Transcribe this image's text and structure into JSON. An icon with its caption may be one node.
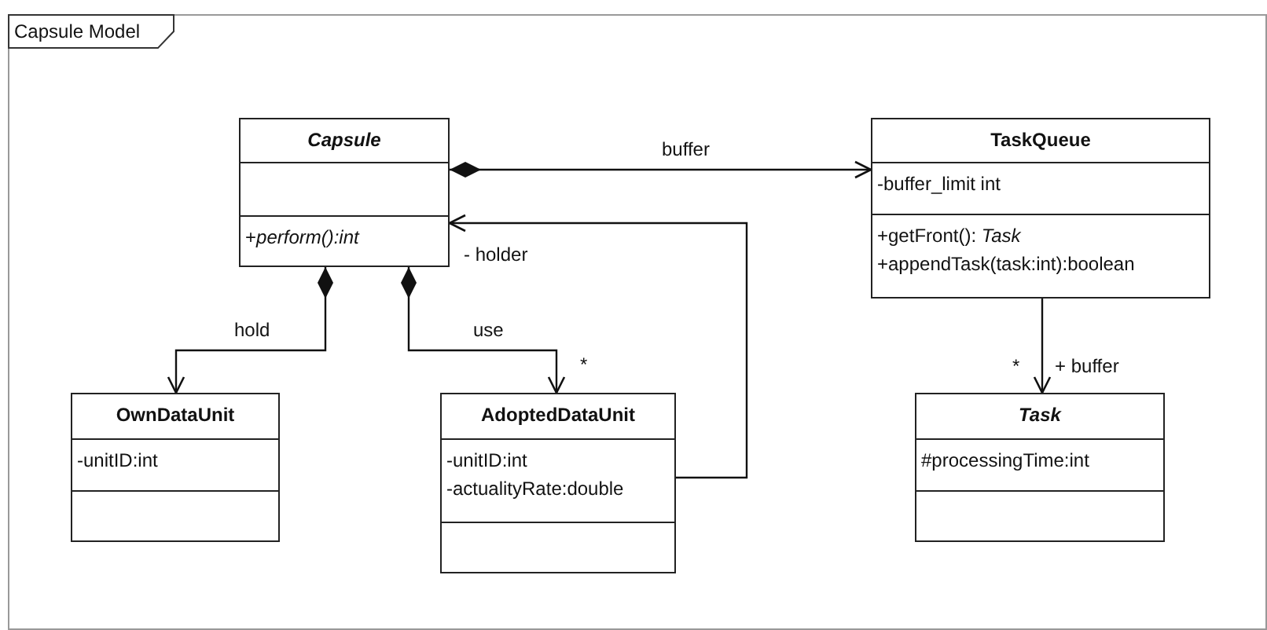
{
  "diagram": {
    "nodes": [
      {
        "text": [
          "Capsule Model"
        ]
      },
      {
        "text": [
          "Capsule",
          "+*perform():int*"
        ],
        "in": 0
      },
      {
        "text": [
          "TaskQueue",
          "-buffer_limit int",
          "+getFront(): *Task*",
          "+appendTask(task:int):boolean"
        ],
        "in": 0
      },
      {
        "text": [
          "OwnDataUnit",
          "-unitID:int"
        ],
        "in": 0
      },
      {
        "text": [
          "AdoptedDataUnit",
          "-unitID:int",
          "-actualityRate:double"
        ],
        "in": 0
      },
      {
        "text": [
          "Task",
          "#processingTime:int"
        ],
        "in": 0
      }
    ],
    "edges": [
      {
        "from": 1,
        "to": 2,
        "arrow": "to",
        "label": "buffer"
      },
      {
        "from": 1,
        "to": 3,
        "arrow": "to",
        "label": "hold"
      },
      {
        "from": 1,
        "to": 4,
        "arrow": "to",
        "label": "use"
      },
      {
        "from": 4,
        "to": 1,
        "arrow": "to",
        "label": "- holder"
      },
      {
        "from": 2,
        "to": 5,
        "arrow": "to",
        "label": "+ buffer"
      }
    ],
    "labels": [
      "*",
      "*"
    ]
  }
}
